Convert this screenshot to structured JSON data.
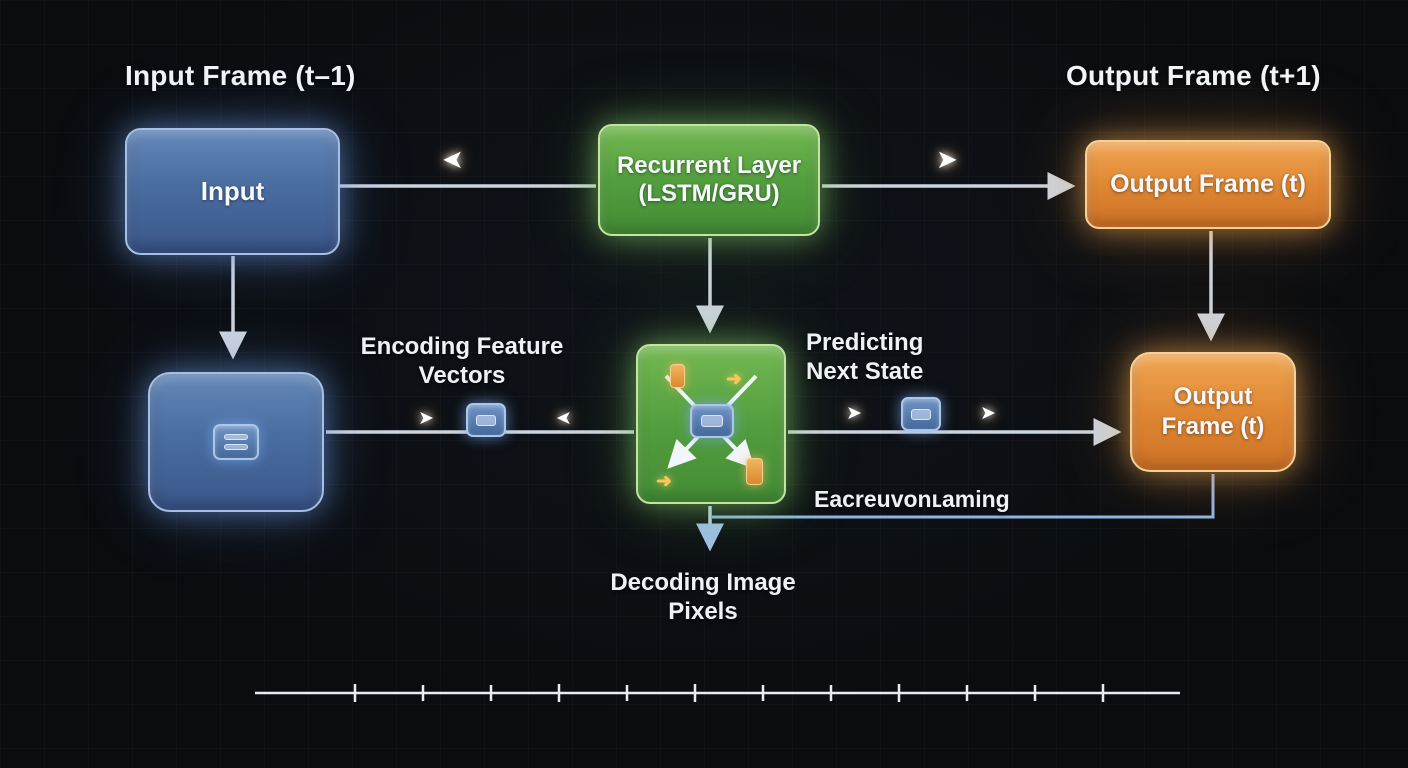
{
  "titles": {
    "input_frame": "Input Frame (t–1)",
    "output_frame_next": "Output Frame (t+1)"
  },
  "boxes": {
    "input": {
      "label": "Input"
    },
    "recurrent": {
      "label": "Recurrent Layer (LSTM/GRU)"
    },
    "output_top": {
      "label": "Output Frame (t)"
    },
    "output_bottom": {
      "label": "Output Frame (t)"
    }
  },
  "labels": {
    "encoding": "Encoding Feature Vectors",
    "predicting": "Predicting Next State",
    "feedback": "Eacreuvonʟaming",
    "decoding": "Decoding Image Pixels"
  },
  "icons": {
    "encoder_chip": "stacked-layers",
    "feature_vector_chip": "vector-chip",
    "state_vector_chip": "vector-chip",
    "cell_center_chip": "cell-state-chip",
    "cell_memory_canisters": "memory-cell",
    "direction_arrows": "glowing-chevron"
  },
  "colors": {
    "background": "#0a0c0f",
    "blue_box": "#4a6da0",
    "green_box": "#539e3e",
    "orange_box": "#df8733",
    "connector": "#ccd4de",
    "feedback_line": "#8fb4e4",
    "text": "#f2f5f9",
    "spark": "#f5a642"
  },
  "timeline": {
    "tick_count": 12
  }
}
